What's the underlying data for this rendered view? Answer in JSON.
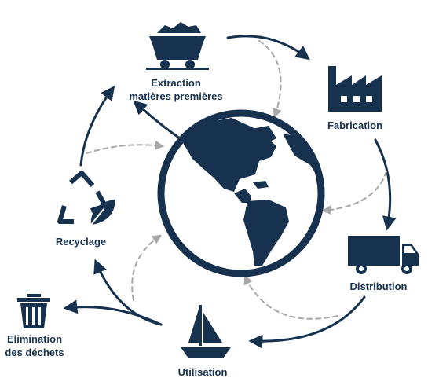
{
  "colors": {
    "primary": "#17324f",
    "dashed": "#a7a7a7",
    "background": "#ffffff"
  },
  "center": {
    "icon": "globe-americas-icon"
  },
  "stages": {
    "extraction": {
      "line1": "Extraction",
      "line2": "matières premières",
      "icon": "mine-cart-icon"
    },
    "fabrication": {
      "label": "Fabrication",
      "icon": "factory-icon"
    },
    "distribution": {
      "label": "Distribution",
      "icon": "delivery-truck-icon"
    },
    "utilisation": {
      "label": "Utilisation",
      "icon": "sailboat-icon"
    },
    "recyclage": {
      "label": "Recyclage",
      "icon": "recycle-leaf-icon"
    },
    "elimination": {
      "line1": "Elimination",
      "line2": "des déchets",
      "icon": "trash-bin-icon"
    }
  }
}
